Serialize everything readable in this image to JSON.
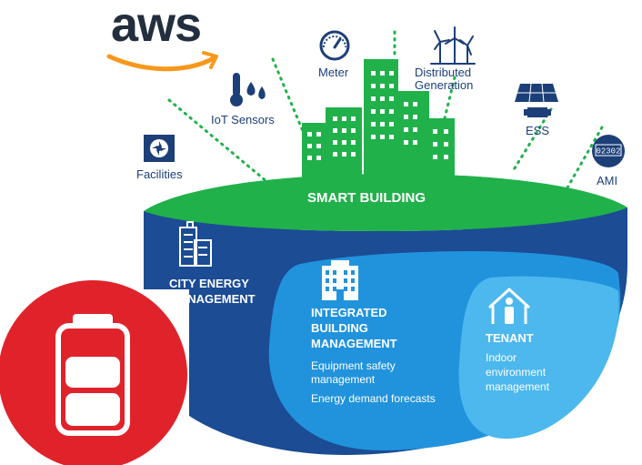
{
  "logo": {
    "text": "aws"
  },
  "icons": {
    "facilities": {
      "label": "Facilities",
      "icon": "fan-icon"
    },
    "iot": {
      "label": "IoT Sensors",
      "icon": "thermometer-droplet-icon"
    },
    "meter": {
      "label": "Meter",
      "icon": "gauge-icon"
    },
    "distributed": {
      "line1": "Distributed",
      "line2": "Generation",
      "icon": "wind-turbine-icon"
    },
    "ess": {
      "label": "ESS",
      "icon": "solar-battery-icon"
    },
    "ami": {
      "label": "AMI",
      "icon": "digital-meter-icon",
      "display": "02302"
    }
  },
  "tiers": {
    "smart": {
      "title": "SMART BUILDING"
    },
    "city": {
      "line1": "CITY ENERGY",
      "line2": "MANAGEMENT"
    },
    "ibm": {
      "line1": "INTEGRATED",
      "line2": "BUILDING",
      "line3": "MANAGEMENT",
      "item1_line1": "Equipment safety",
      "item1_line2": "management",
      "item2": "Energy demand forecasts"
    },
    "tenant": {
      "title": "TENANT",
      "line1": "Indoor",
      "line2": "environment",
      "line3": "management"
    }
  },
  "colors": {
    "green": "#21b14b",
    "navy": "#1b4c94",
    "mid_blue": "#2193dd",
    "light_blue": "#4cb8ee",
    "text_blue": "#1d3f78",
    "battery_red": "#e0232b"
  }
}
